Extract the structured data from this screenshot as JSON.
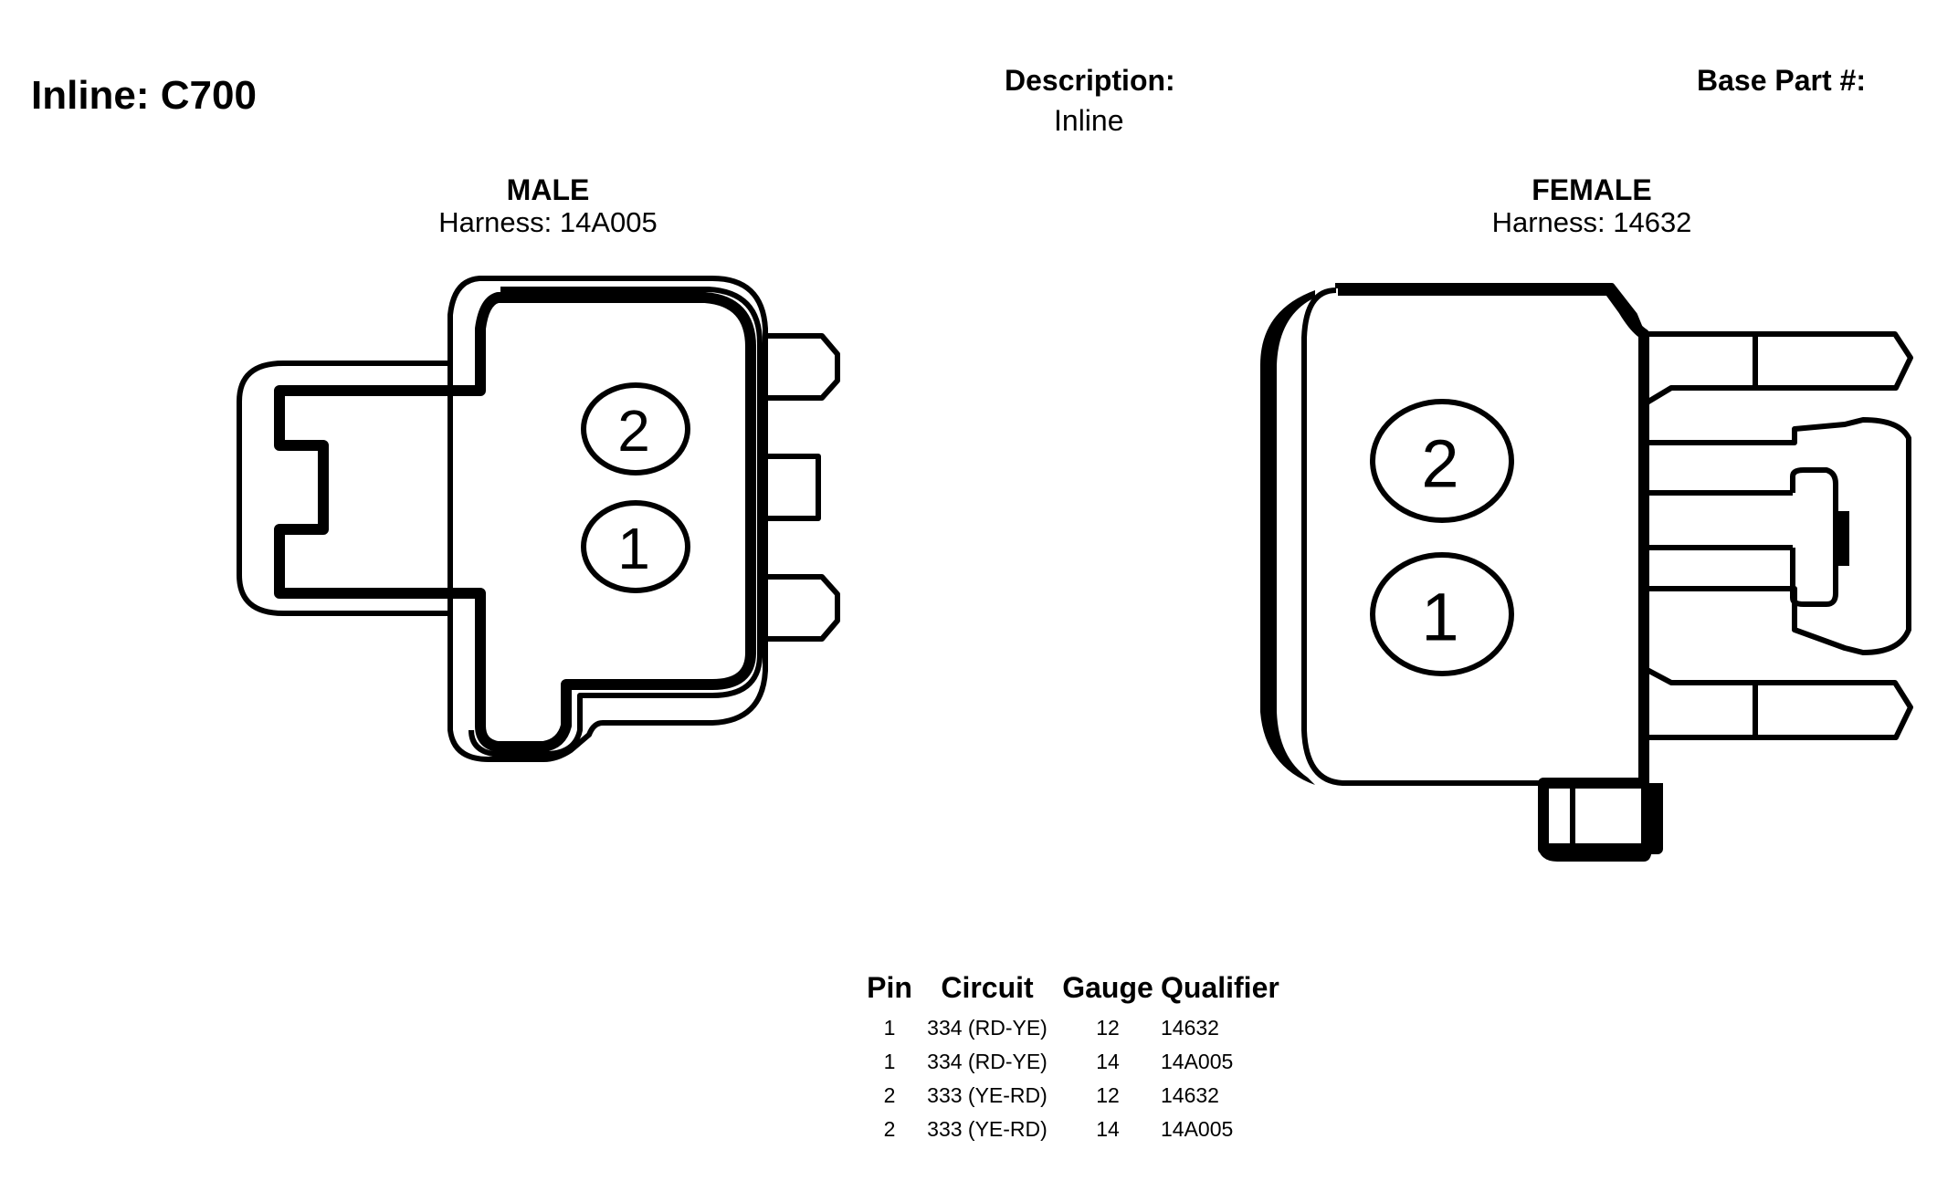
{
  "header": {
    "title": "Inline: C700",
    "description_label": "Description:",
    "description_value": "Inline",
    "base_part_label": "Base Part #:"
  },
  "male": {
    "title": "MALE",
    "harness": "Harness: 14A005",
    "pins": [
      "2",
      "1"
    ]
  },
  "female": {
    "title": "FEMALE",
    "harness": "Harness: 14632",
    "pins": [
      "2",
      "1"
    ]
  },
  "table": {
    "headers": [
      "Pin",
      "Circuit",
      "Gauge",
      "Qualifier"
    ],
    "rows": [
      [
        "1",
        "334 (RD-YE)",
        "12",
        "14632"
      ],
      [
        "1",
        "334 (RD-YE)",
        "14",
        "14A005"
      ],
      [
        "2",
        "333 (YE-RD)",
        "12",
        "14632"
      ],
      [
        "2",
        "333 (YE-RD)",
        "14",
        "14A005"
      ]
    ]
  }
}
